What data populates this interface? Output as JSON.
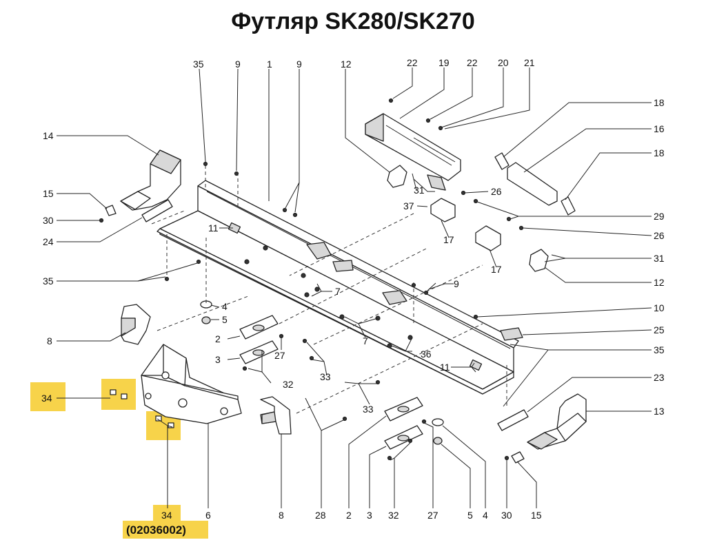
{
  "title": "Футляр SK280/SK270",
  "part_code": "(02036002)",
  "highlight_color": "#f7d34a",
  "callouts": {
    "top": [
      "35",
      "9",
      "1",
      "9",
      "12",
      "22",
      "19",
      "22",
      "20",
      "21"
    ],
    "left": [
      "14",
      "15",
      "30",
      "24",
      "35",
      "8",
      "34"
    ],
    "right": [
      "18",
      "16",
      "18",
      "26",
      "29",
      "26",
      "31",
      "12",
      "10",
      "25",
      "35",
      "23",
      "13"
    ],
    "middle": [
      "11",
      "4",
      "5",
      "2",
      "3",
      "27",
      "7",
      "9",
      "31",
      "37",
      "17",
      "17",
      "7",
      "36",
      "11",
      "32",
      "33",
      "33"
    ],
    "bottom": [
      "34",
      "6",
      "8",
      "28",
      "2",
      "3",
      "32",
      "27",
      "5",
      "4",
      "30",
      "15"
    ]
  }
}
